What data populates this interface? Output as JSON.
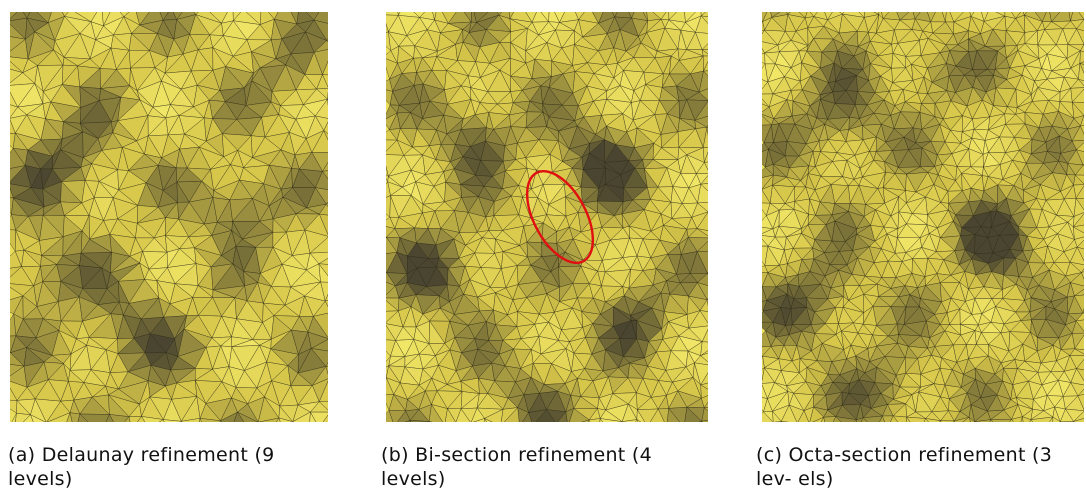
{
  "figure": {
    "panels": [
      {
        "image_description": "Yellow shaded triangulated surface mesh, Delaunay refinement",
        "image_icon": "triangle-mesh-render",
        "caption": "(a) Delaunay refinement (9 levels)"
      },
      {
        "image_description": "Yellow shaded triangulated surface mesh, bi-section refinement, with a red ellipse highlighting an artifact",
        "image_icon": "triangle-mesh-render",
        "caption": "(b) Bi-section refinement (4 levels)"
      },
      {
        "image_description": "Yellow shaded triangulated surface mesh, octa-section refinement",
        "image_icon": "triangle-mesh-render",
        "caption": "(c) Octa-section refinement (3 lev- els)"
      }
    ],
    "colors": {
      "surface_light": "#f4ea6a",
      "surface_mid": "#d6c64a",
      "surface_dark": "#4a4530",
      "mesh_edges": "#2a2716",
      "highlight": "#e01010"
    }
  }
}
